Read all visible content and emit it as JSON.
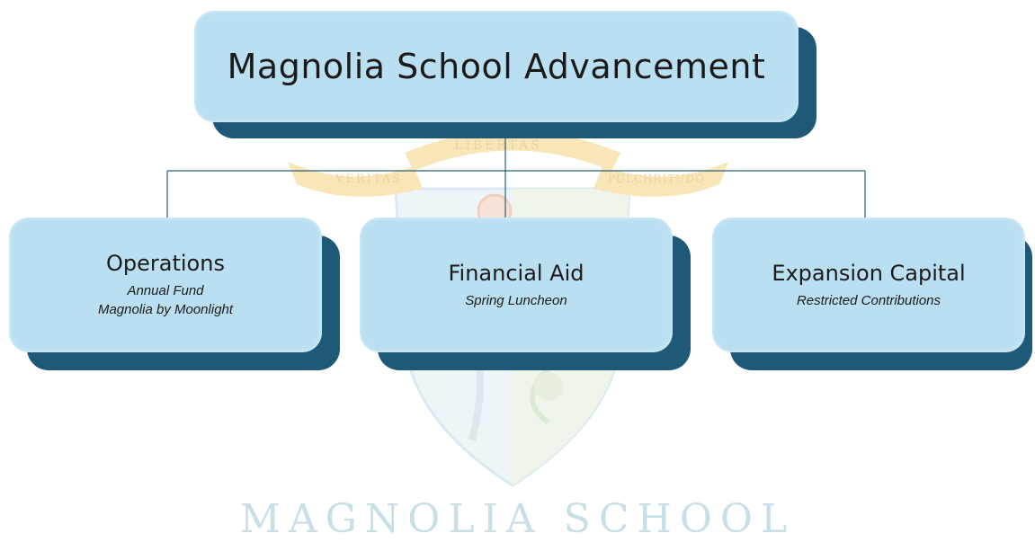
{
  "org_chart": {
    "root": {
      "title": "Magnolia School Advancement"
    },
    "children": [
      {
        "title": "Operations",
        "items": [
          "Annual Fund",
          "Magnolia by Moonlight"
        ]
      },
      {
        "title": "Financial Aid",
        "items": [
          "Spring Luncheon"
        ]
      },
      {
        "title": "Expansion Capital",
        "items": [
          "Restricted Contributions"
        ]
      }
    ]
  },
  "watermark": {
    "motto_left": "VERITAS",
    "motto_center": "LIBERTAS",
    "motto_right": "PULCHRITUDO",
    "name": "MAGNOLIA SCHOOL"
  },
  "colors": {
    "box_fill": "#b9dff1",
    "box_shadow": "#1e5a78",
    "connector": "#2a5f78",
    "watermark_text": "#c9dfe8",
    "ribbon": "#f5d48a"
  }
}
